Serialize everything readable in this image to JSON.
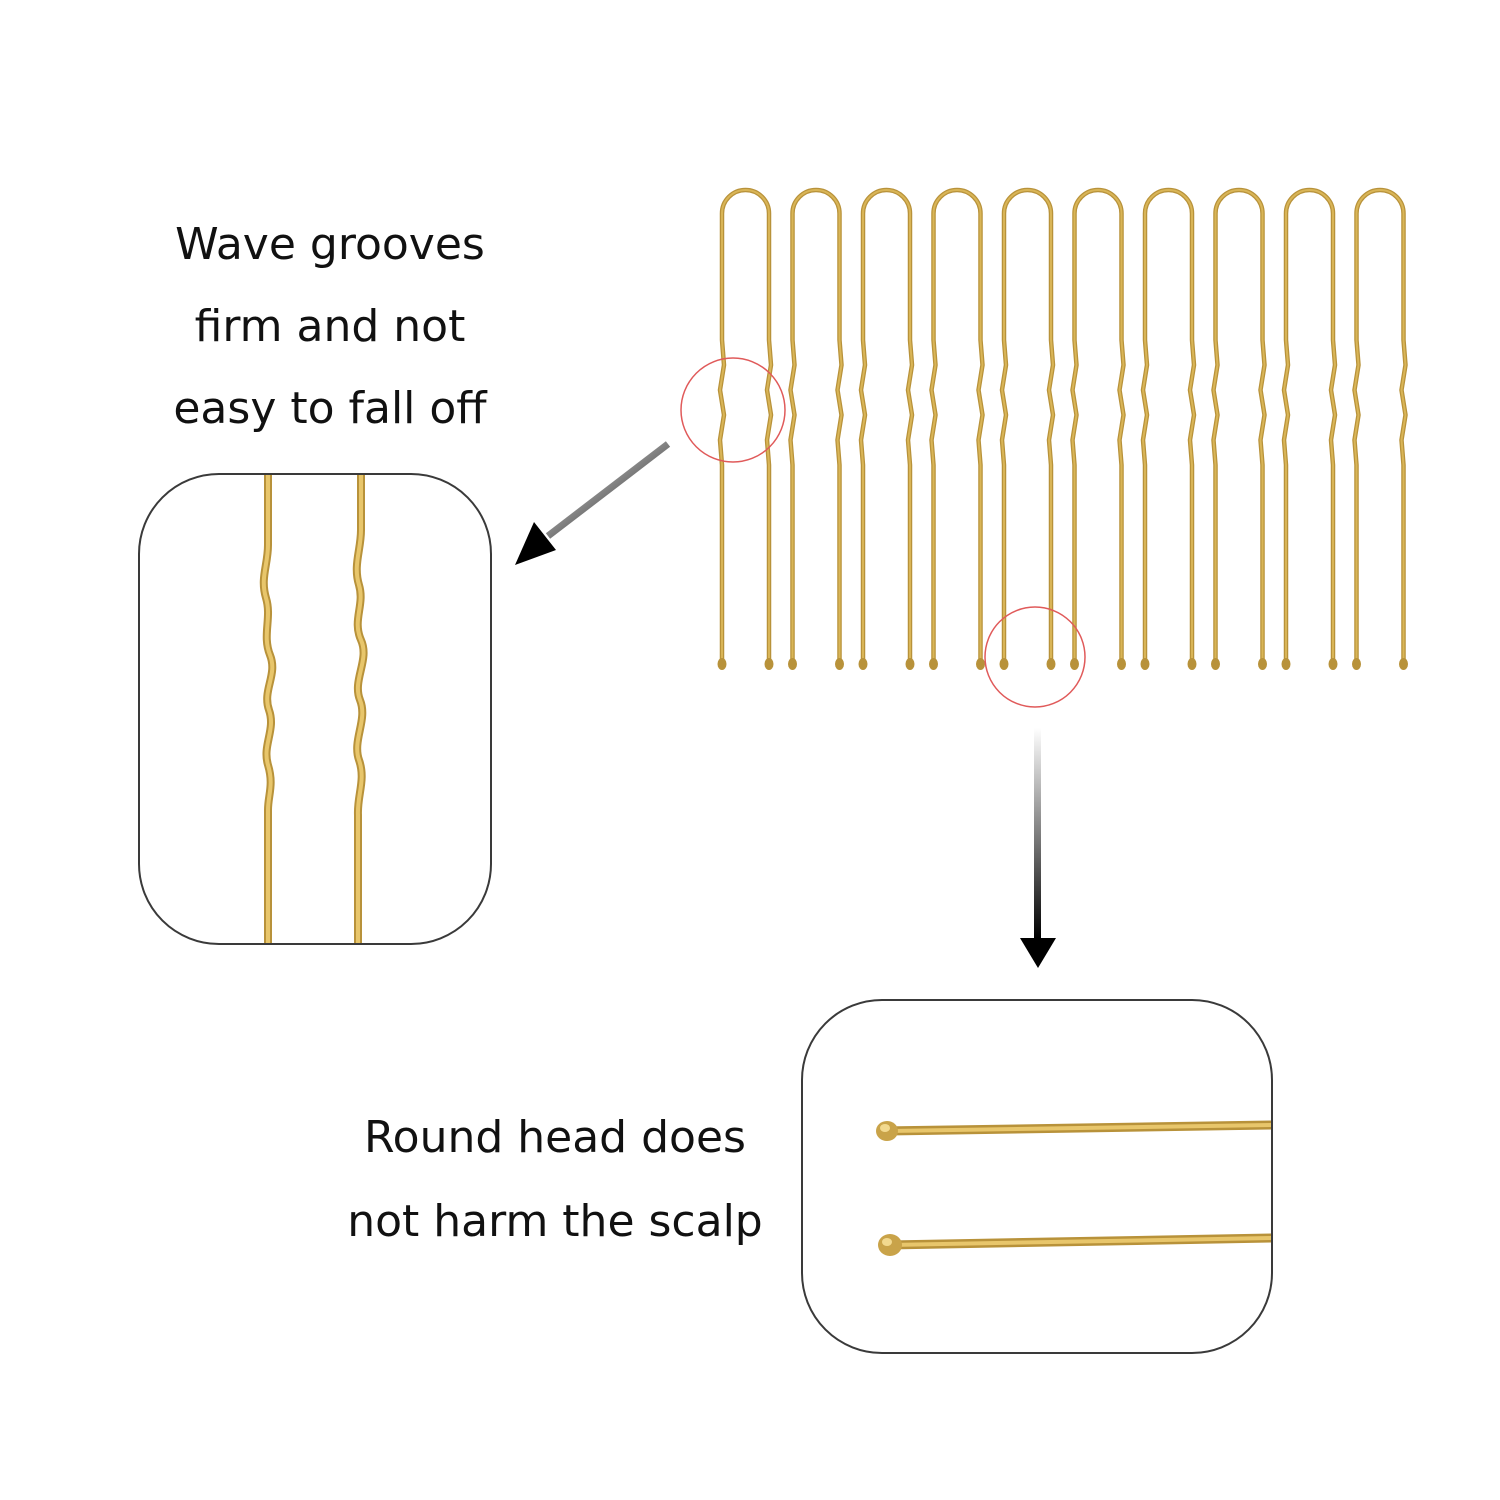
{
  "captions": {
    "wave_grooves": [
      "Wave grooves",
      "firm and not",
      "easy to fall off"
    ],
    "round_head": [
      "Round head does",
      "not harm the scalp"
    ]
  },
  "product": {
    "name": "U-shaped hair pin",
    "pin_count": 10,
    "pin_color": "#d9b557",
    "pin_shade": "#b8923a",
    "highlight_circle_color": "#e05a5a",
    "frame_color": "#3a3a3a"
  },
  "icons": [
    "arrow-down-left-icon",
    "arrow-down-icon",
    "highlight-circle-icon"
  ]
}
